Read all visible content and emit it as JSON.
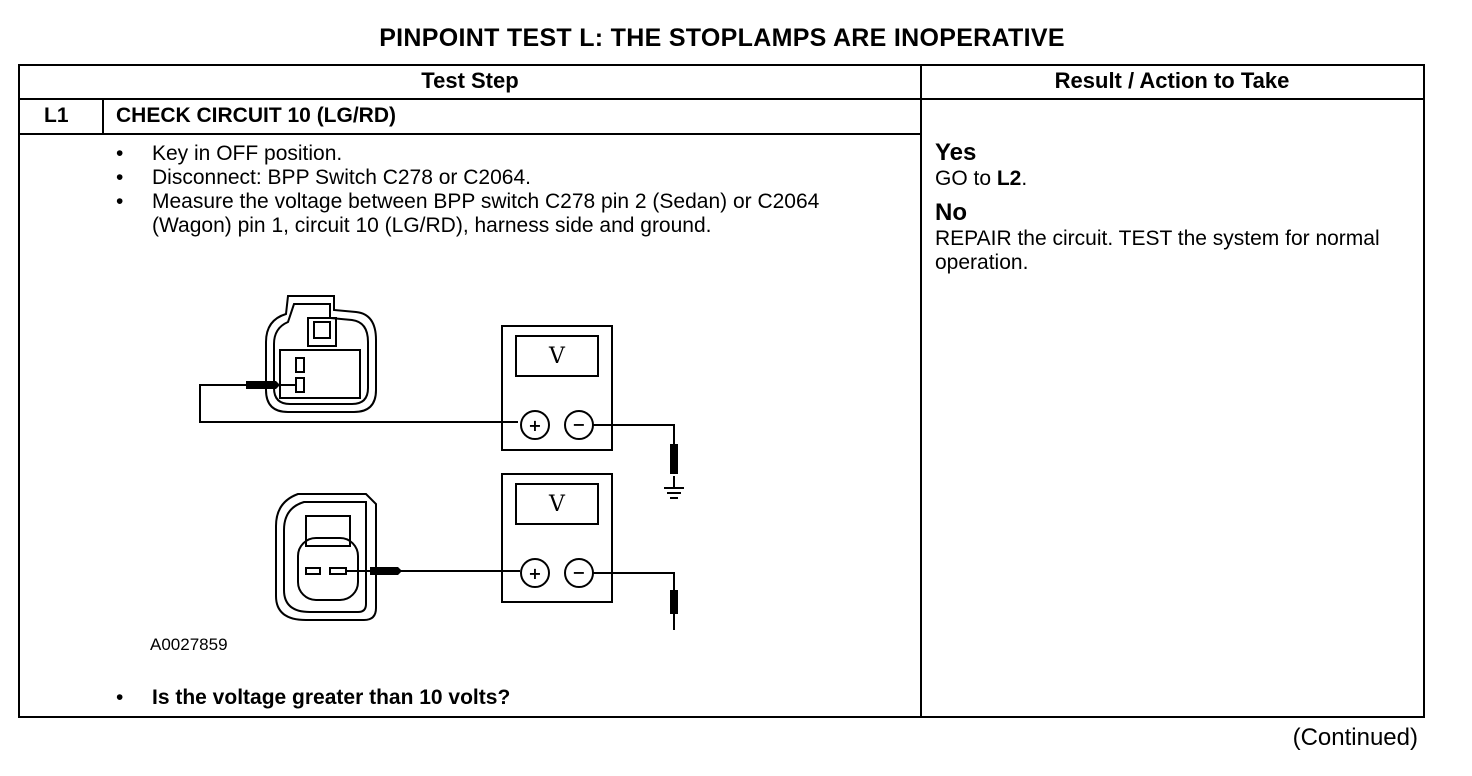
{
  "page_title": "PINPOINT TEST  L: THE STOPLAMPS ARE INOPERATIVE",
  "table": {
    "headers": {
      "test_step": "Test Step",
      "result_action": "Result / Action to Take"
    },
    "step": {
      "id": "L1",
      "title": "CHECK CIRCUIT 10 (LG/RD)",
      "bullets": [
        "Key in OFF position.",
        "Disconnect: BPP Switch C278 or C2064.",
        "Measure the voltage between BPP switch C278 pin 2 (Sedan) or C2064 (Wagon) pin 1, circuit 10 (LG/RD), harness side and ground."
      ],
      "figure_id": "A0027859",
      "question": "Is the voltage greater than 10 volts?",
      "meter_symbol": "V",
      "plus_symbol": "+",
      "minus_symbol": "−"
    },
    "results": {
      "yes_label": "Yes",
      "yes_action_prefix": "GO to ",
      "yes_action_target": "L2",
      "yes_action_suffix": ".",
      "no_label": "No",
      "no_action": "REPAIR the circuit. TEST the system for normal operation."
    }
  },
  "footer": {
    "continued": "(Continued)"
  }
}
